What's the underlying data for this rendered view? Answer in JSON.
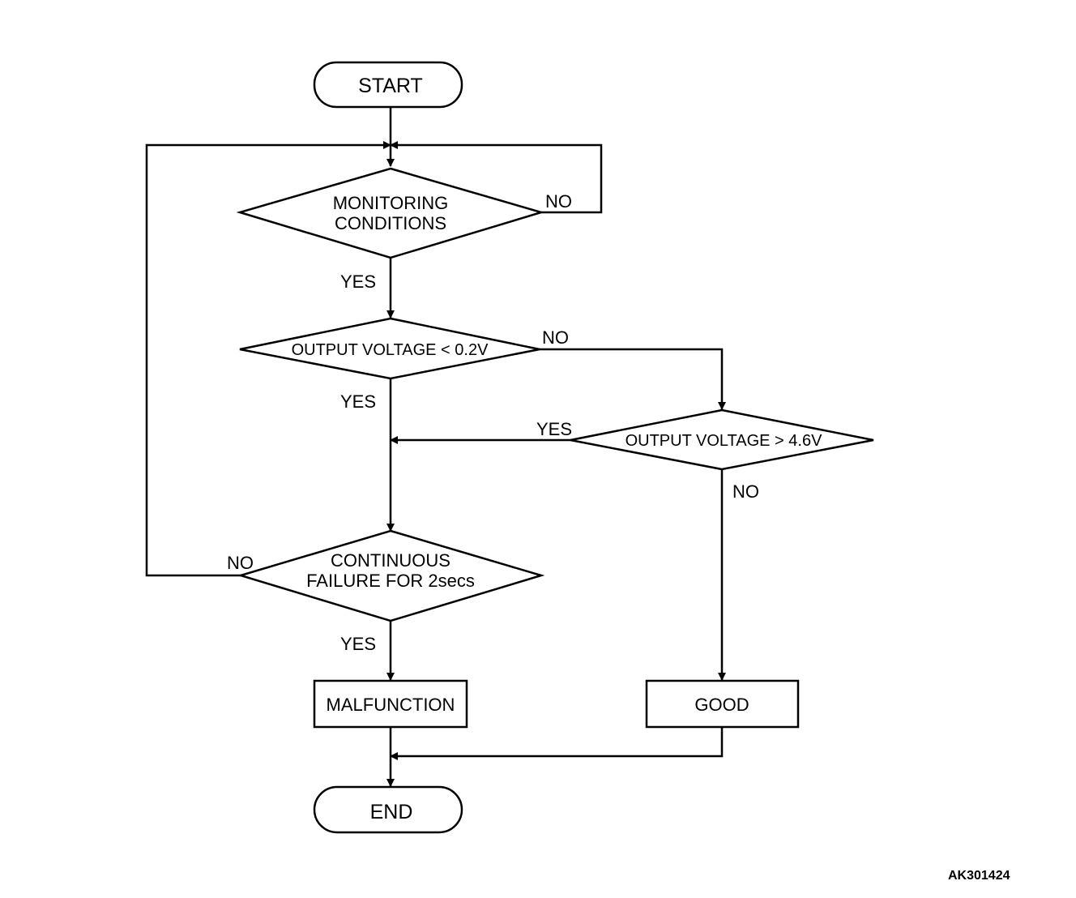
{
  "flowchart": {
    "start": "START",
    "end": "END",
    "monitoring": {
      "line1": "MONITORING",
      "line2": "CONDITIONS"
    },
    "output_low": "OUTPUT VOLTAGE < 0.2V",
    "output_high": "OUTPUT VOLTAGE > 4.6V",
    "continuous": {
      "line1": "CONTINUOUS",
      "line2": "FAILURE FOR 2secs"
    },
    "malfunction": "MALFUNCTION",
    "good": "GOOD",
    "labels": {
      "monitoring_no": "NO",
      "monitoring_yes": "YES",
      "output_low_no": "NO",
      "output_low_yes": "YES",
      "output_high_yes": "YES",
      "output_high_no": "NO",
      "continuous_no": "NO",
      "continuous_yes": "YES"
    }
  },
  "figure_id": "AK301424"
}
